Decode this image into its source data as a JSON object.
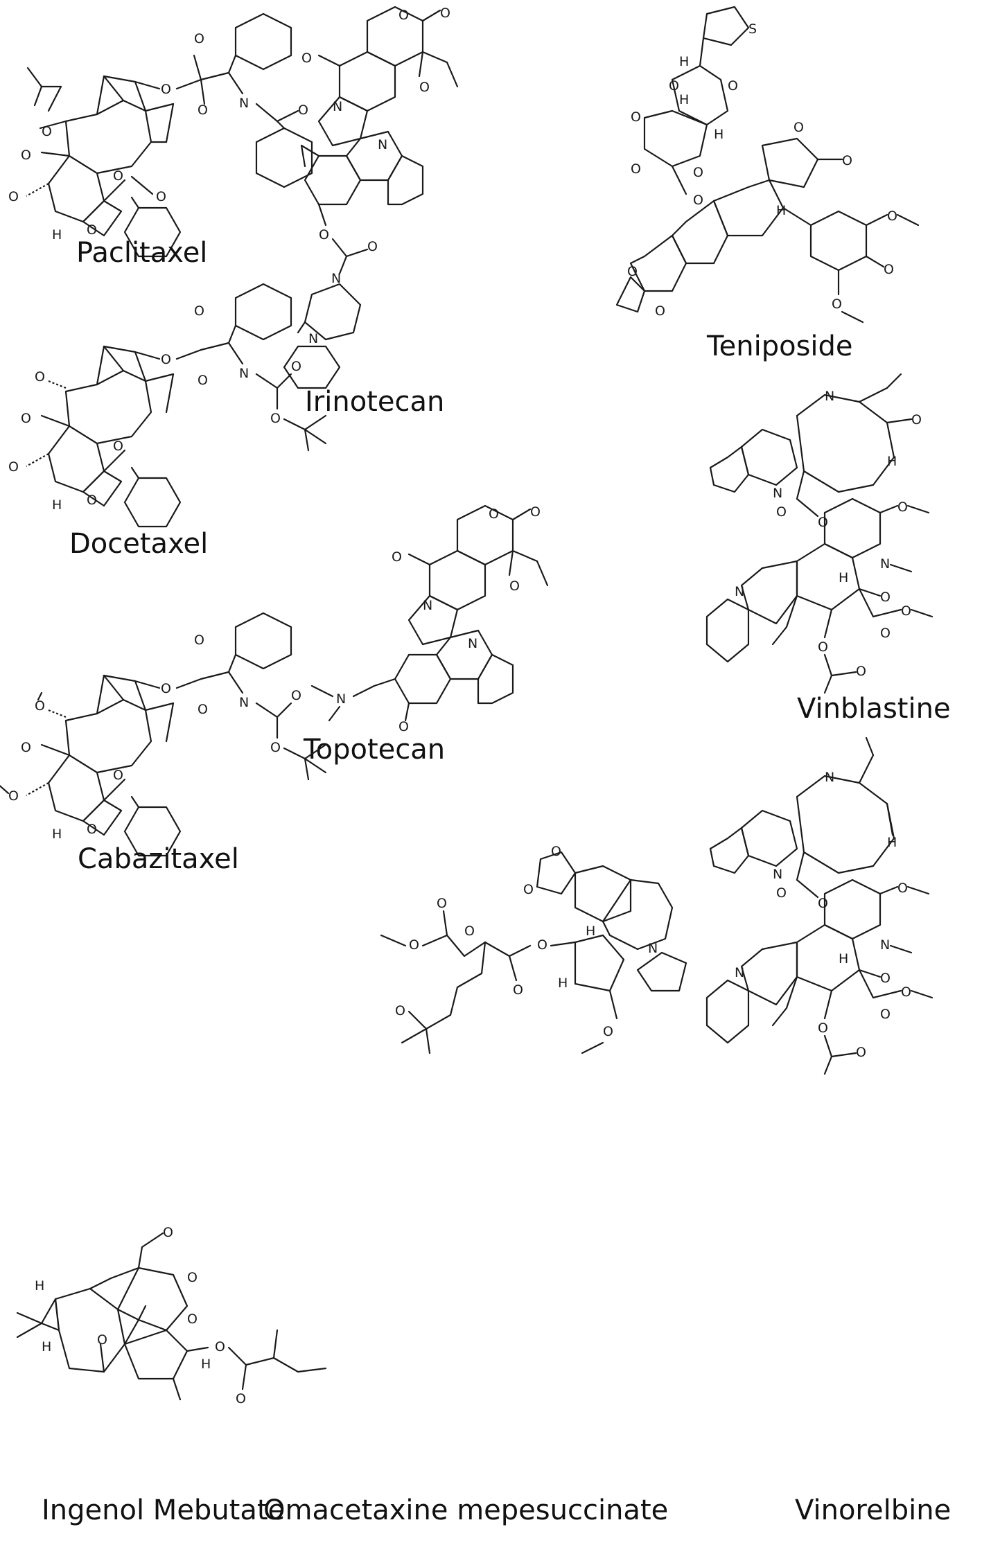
{
  "compounds": [
    {
      "key": "paclitaxel",
      "name": "Paclitaxel"
    },
    {
      "key": "irinotecan",
      "name": "Irinotecan"
    },
    {
      "key": "teniposide",
      "name": "Teniposide"
    },
    {
      "key": "docetaxel",
      "name": "Docetaxel"
    },
    {
      "key": "topotecan",
      "name": "Topotecan"
    },
    {
      "key": "vinblastine",
      "name": "Vinblastine"
    },
    {
      "key": "cabazitaxel",
      "name": "Cabazitaxel"
    },
    {
      "key": "ingenol",
      "name": "Ingenol Mebutate"
    },
    {
      "key": "omacetaxine",
      "name": "Omacetaxine mepesuccinate"
    },
    {
      "key": "vinorelbine",
      "name": "Vinorelbine"
    }
  ],
  "atoms": {
    "O": "O",
    "N": "N",
    "S": "S",
    "H": "H"
  }
}
